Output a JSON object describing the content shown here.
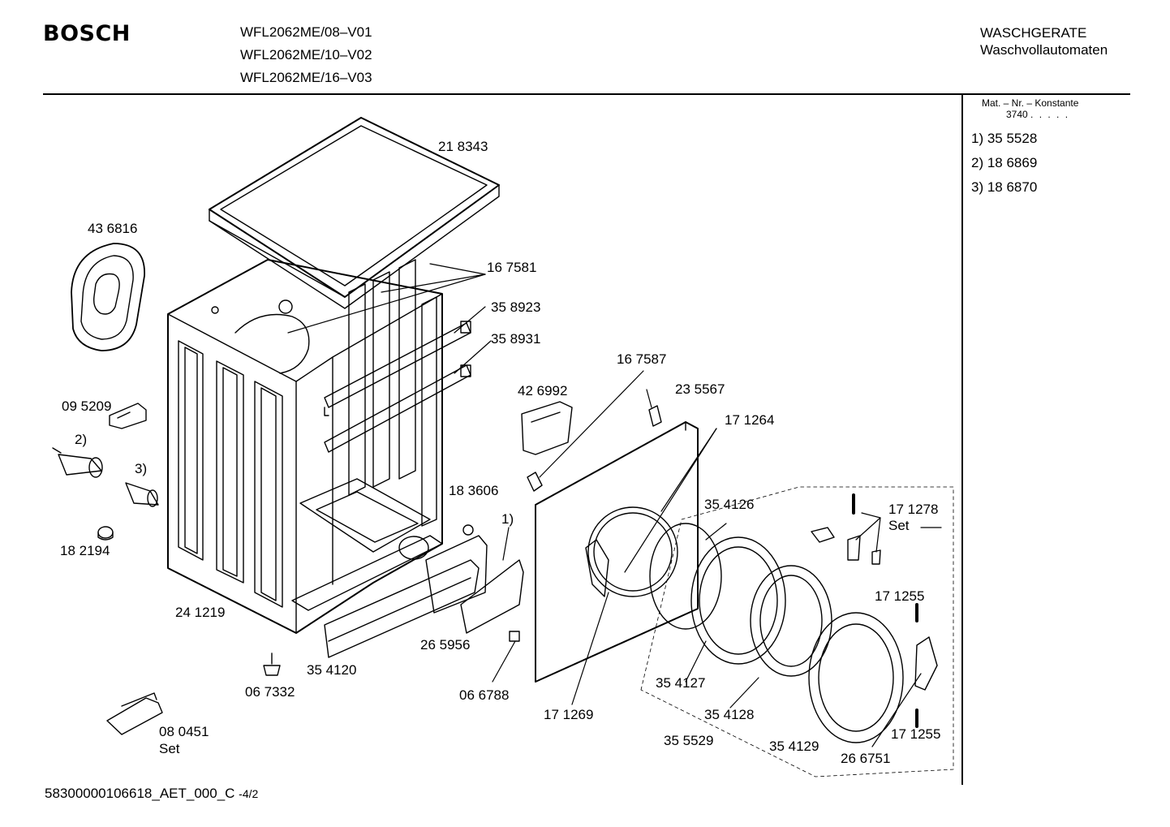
{
  "header": {
    "brand": "BOSCH",
    "models": [
      "WFL2062ME/08–V01",
      "WFL2062ME/10–V02",
      "WFL2062ME/16–V03"
    ],
    "category": "WASCHGERATE",
    "subcategory": "Waschvollautomaten"
  },
  "sidebar": {
    "mat_label": "Mat. – Nr. – Konstante",
    "mat_value": "3740",
    "mat_dots": ". . . . .",
    "constants": [
      "1) 35 5528",
      "2) 18 6869",
      "3) 18 6870"
    ]
  },
  "parts": {
    "p218343": "21 8343",
    "p436816": "43 6816",
    "p167581": "16 7581",
    "p358923": "35 8923",
    "p358931": "35 8931",
    "p167587": "16 7587",
    "p426992": "42 6992",
    "p235567": "23 5567",
    "p171264": "17 1264",
    "p095209": "09 5209",
    "m2": "2)",
    "m3": "3)",
    "p183606": "18 3606",
    "m1": "1)",
    "p354126": "35 4126",
    "p171278": "17 1278",
    "set1": "Set",
    "p182194": "18 2194",
    "p171255a": "17 1255",
    "p241219": "24 1219",
    "p265956": "26 5956",
    "p354120": "35 4120",
    "p354127": "35 4127",
    "p067332": "06 7332",
    "p066788": "06 6788",
    "p171269": "17 1269",
    "p354128": "35 4128",
    "p171255b": "17 1255",
    "p080451": "08 0451",
    "set2": "Set",
    "p355529": "35 5529",
    "p354129": "35 4129",
    "p266751": "26 6751"
  },
  "footer": {
    "code": "58300000106618_AET_000_C",
    "page": "-4/2"
  }
}
